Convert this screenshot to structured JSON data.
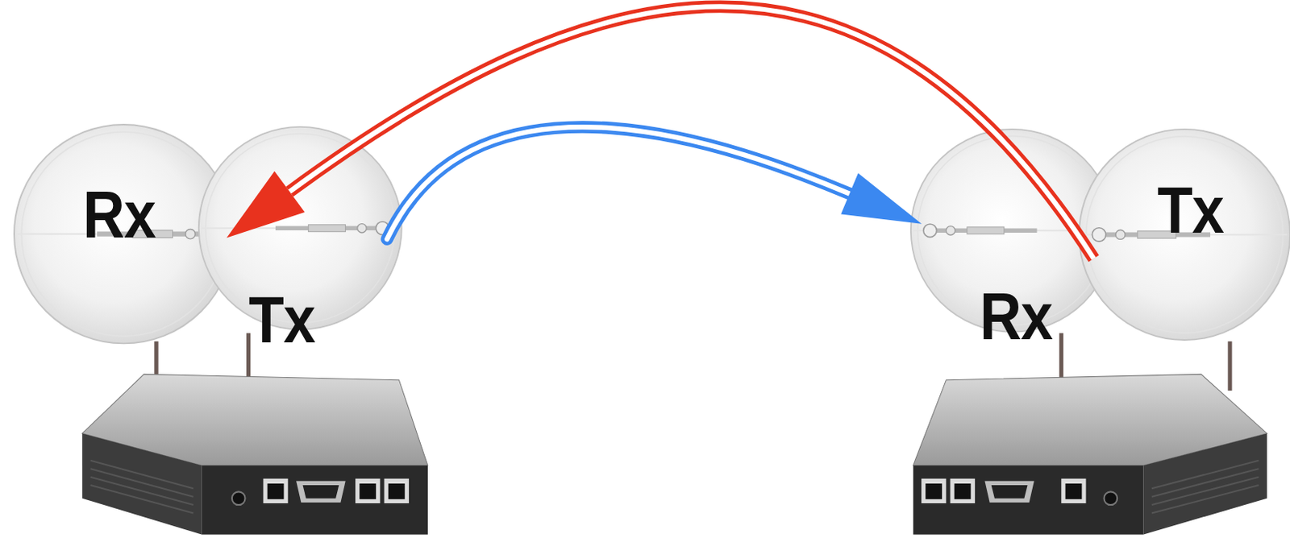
{
  "diagram": {
    "nodes": [
      {
        "text": [
          "Rx"
        ]
      },
      {
        "text": [
          "Tx"
        ]
      },
      {
        "text": [
          "Rx"
        ]
      },
      {
        "text": [
          "Tx"
        ]
      }
    ],
    "edges": [
      {
        "from": 1,
        "to": 2,
        "arrow": "to"
      },
      {
        "from": 3,
        "to": 0,
        "arrow": "to"
      }
    ]
  }
}
